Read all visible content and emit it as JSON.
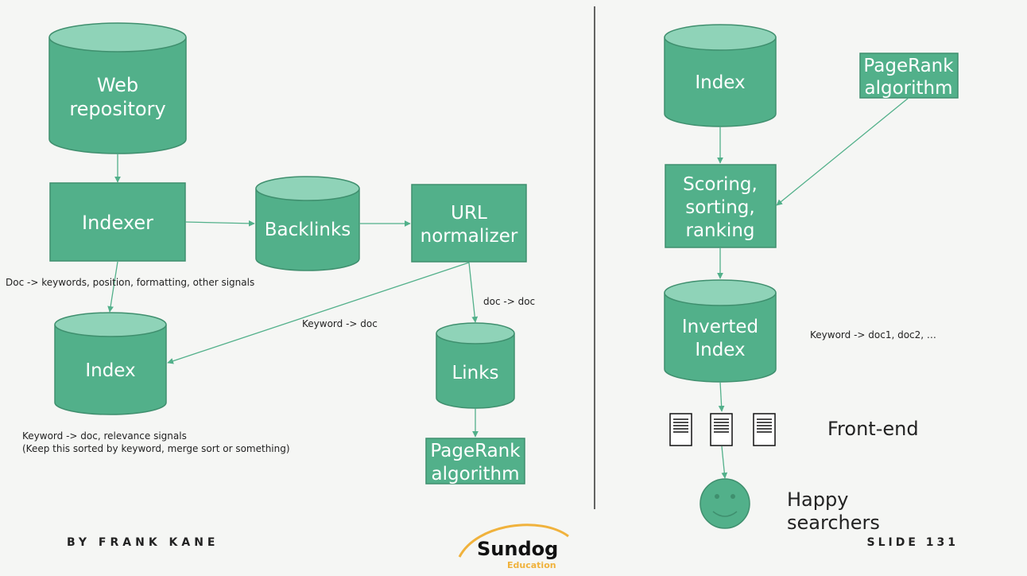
{
  "left": {
    "web_repository": [
      "Web",
      "repository"
    ],
    "indexer": "Indexer",
    "backlinks": "Backlinks",
    "url_normalizer": [
      "URL",
      "normalizer"
    ],
    "index": "Index",
    "links": "Links",
    "pagerank": [
      "PageRank",
      "algorithm"
    ],
    "notes": {
      "doc_keywords": "Doc -> keywords, position, formatting, other signals",
      "keyword_doc": "Keyword -> doc",
      "doc_doc": "doc -> doc",
      "relevance_1": "Keyword -> doc, relevance signals",
      "relevance_2": "(Keep this sorted by keyword, merge sort or something)"
    }
  },
  "right": {
    "index": "Index",
    "pagerank": [
      "PageRank",
      "algorithm"
    ],
    "scoring": [
      "Scoring,",
      "sorting,",
      "ranking"
    ],
    "inverted_index": [
      "Inverted",
      "Index"
    ],
    "keyword_docs": "Keyword -> doc1, doc2, …",
    "front_end": "Front-end",
    "happy": [
      "Happy",
      "searchers"
    ]
  },
  "footer": {
    "author": "BY FRANK KANE",
    "slide": "SLIDE 131",
    "logo_word": "Sundog",
    "logo_sub": "Education"
  },
  "colors": {
    "node_fill": "#52b08a",
    "node_stroke": "#3f8f6e",
    "cylinder_top": "#8fd3b8",
    "edge": "#52b08a",
    "divider": "#333333"
  }
}
